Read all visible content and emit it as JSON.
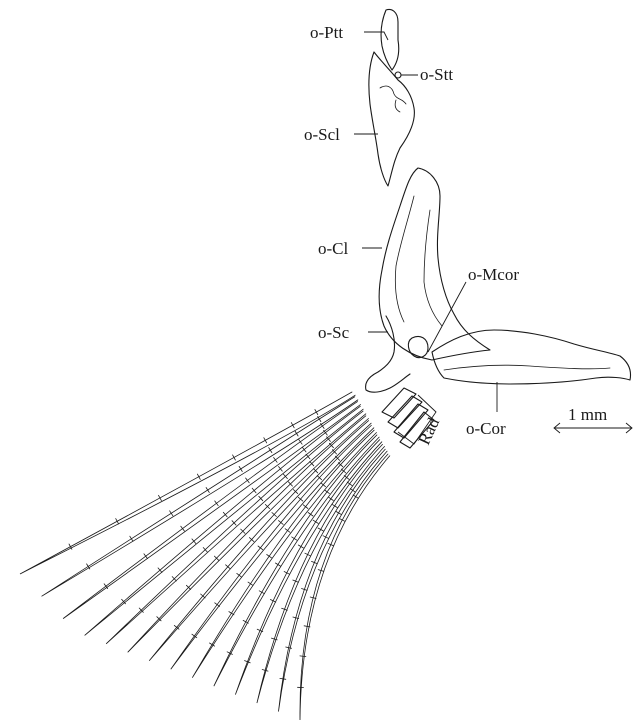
{
  "figure": {
    "labels": {
      "o_ptt": "o-Ptt",
      "o_stt": "o-Stt",
      "o_scl": "o-Scl",
      "o_cl": "o-Cl",
      "o_mcor": "o-Mcor",
      "o_sc": "o-Sc",
      "o_cor": "o-Cor",
      "rad": "Rad"
    },
    "scale_bar": {
      "label": "1 mm"
    },
    "ray_count": 14
  }
}
